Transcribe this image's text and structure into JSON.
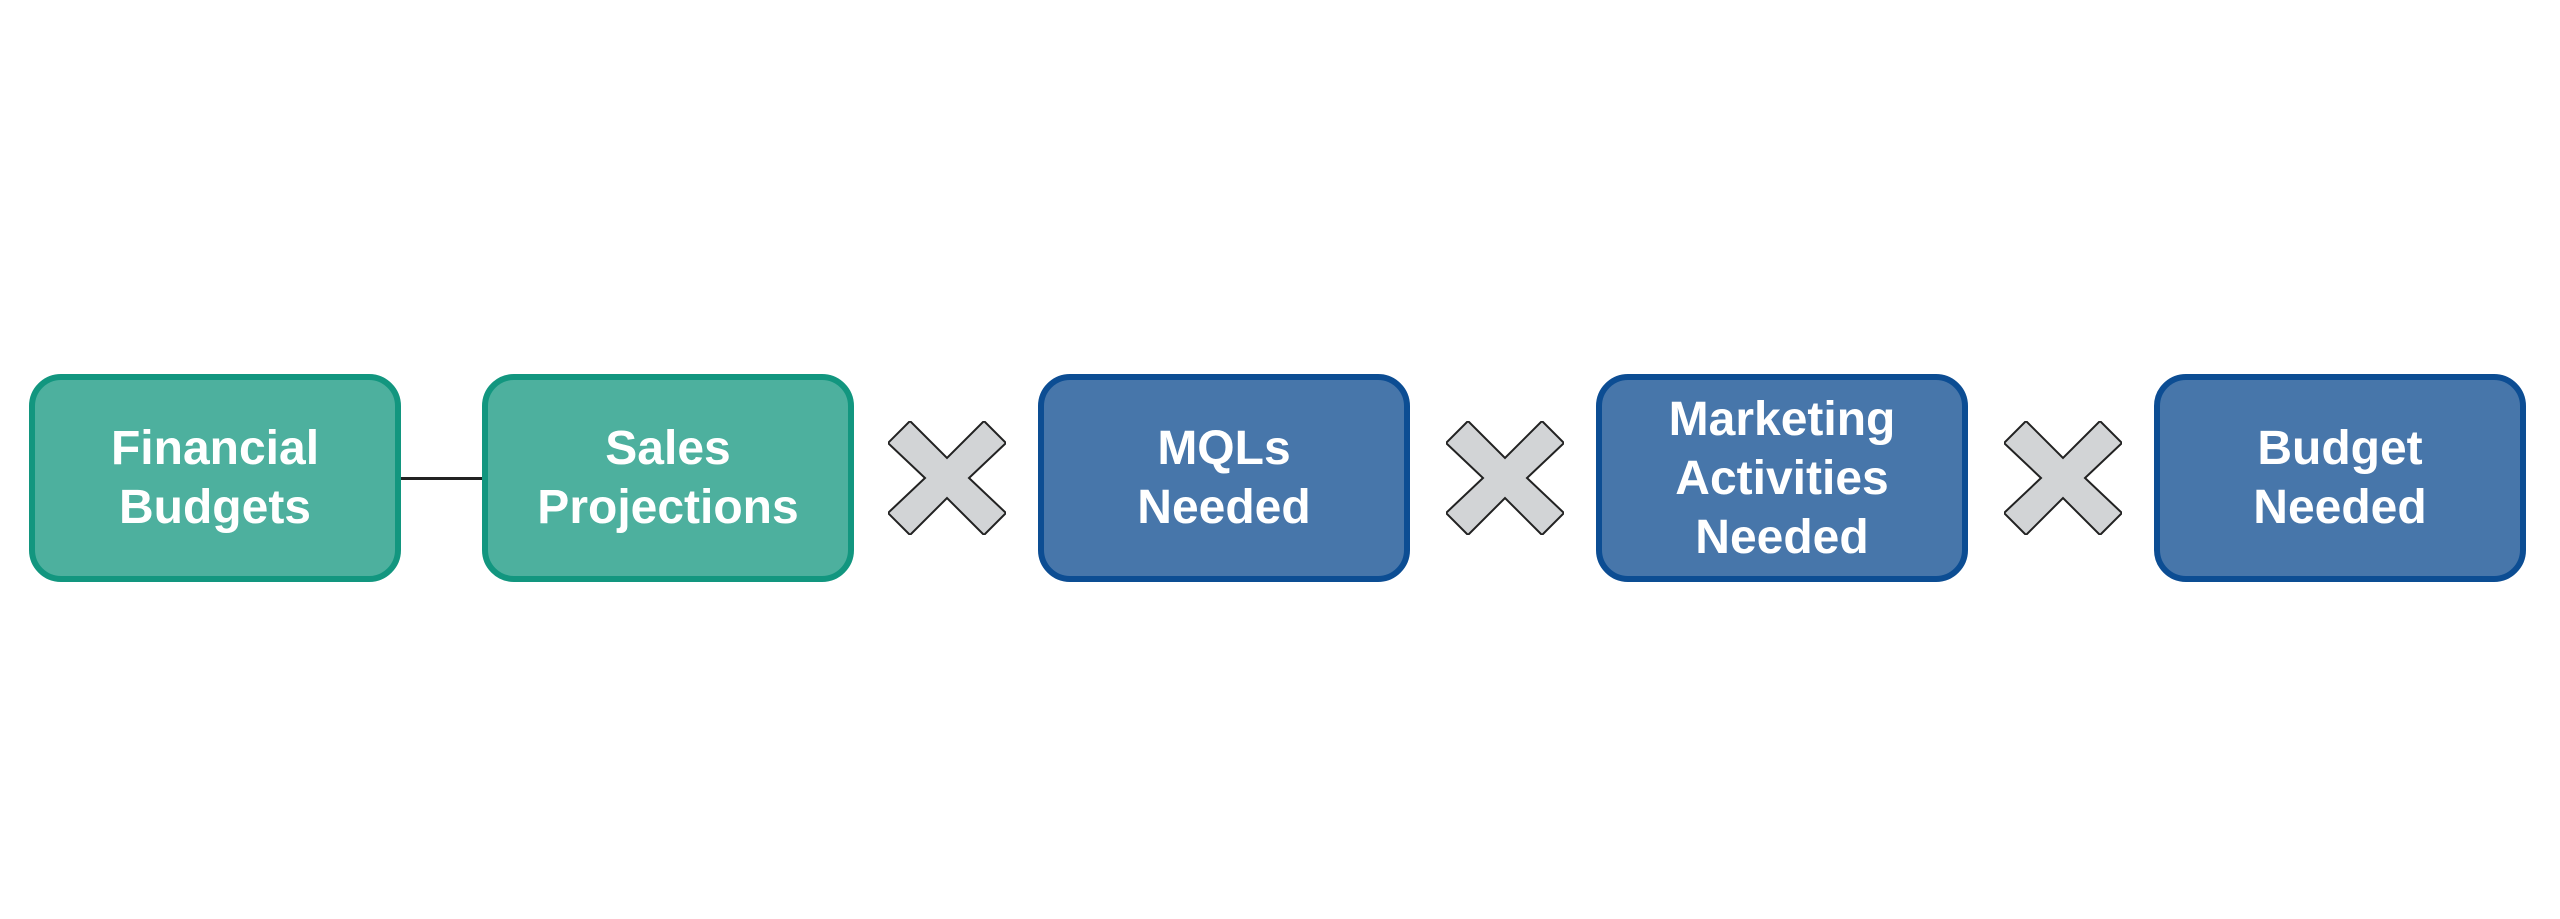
{
  "diagram": {
    "boxes": [
      {
        "id": "financial-budgets",
        "label": "Financial\nBudgets",
        "fill": "#4DB09E",
        "stroke": "#12967F"
      },
      {
        "id": "sales-projections",
        "label": "Sales\nProjections",
        "fill": "#4DB09E",
        "stroke": "#12967F"
      },
      {
        "id": "mqls-needed",
        "label": "MQLs\nNeeded",
        "fill": "#4776AA",
        "stroke": "#0C4D93"
      },
      {
        "id": "marketing-activities-needed",
        "label": "Marketing\nActivities\nNeeded",
        "fill": "#4776AA",
        "stroke": "#0C4D93"
      },
      {
        "id": "budget-needed",
        "label": "Budget\nNeeded",
        "fill": "#4776AA",
        "stroke": "#0C4D93"
      }
    ],
    "operators": [
      {
        "icon": "multiply-icon",
        "fill": "#D2D4D6",
        "stroke": "#222222"
      },
      {
        "icon": "multiply-icon",
        "fill": "#D2D4D6",
        "stroke": "#222222"
      },
      {
        "icon": "multiply-icon",
        "fill": "#D2D4D6",
        "stroke": "#222222"
      }
    ],
    "connector": {
      "from": "financial-budgets",
      "to": "sales-projections",
      "color": "#222222"
    }
  }
}
